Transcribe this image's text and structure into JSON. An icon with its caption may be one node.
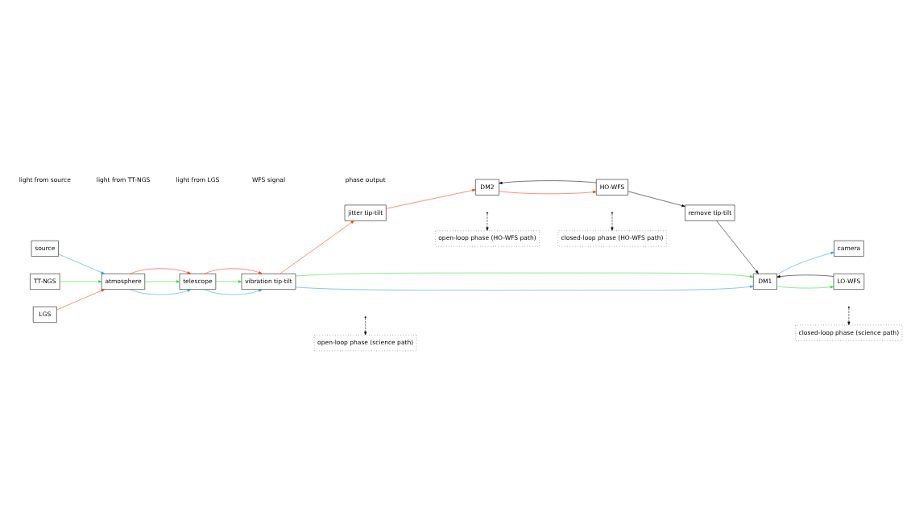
{
  "diagram": {
    "nodes": [
      {
        "text": [
          "source"
        ]
      },
      {
        "text": [
          "TT-NGS"
        ]
      },
      {
        "text": [
          "LGS"
        ]
      },
      {
        "text": [
          "atmosphere"
        ]
      },
      {
        "text": [
          "telescope"
        ]
      },
      {
        "text": [
          "vibration tip-tilt"
        ]
      },
      {
        "text": [
          "jitter tip-tilt"
        ]
      },
      {
        "text": [
          "DM1"
        ]
      },
      {
        "text": [
          "DM2"
        ]
      },
      {
        "text": [
          "camera"
        ]
      },
      {
        "text": [
          "LO-WFS"
        ]
      },
      {
        "text": [
          "HO-WFS"
        ]
      },
      {
        "text": [
          "remove tip-tilt"
        ]
      },
      {
        "text": [
          "open-loop phase (science path)"
        ]
      },
      {
        "text": [
          "closed-loop phase (science path)"
        ]
      },
      {
        "text": [
          "open-loop phase (HO-WFS path)"
        ]
      },
      {
        "text": [
          "closed-loop phase (HO-WFS path)"
        ]
      }
    ],
    "edges": [
      {
        "from": 0,
        "to": 3,
        "arrow": "to",
        "color": "#1e9bf0"
      },
      {
        "from": 1,
        "to": 3,
        "arrow": "to",
        "color": "#22e022"
      },
      {
        "from": 2,
        "to": 3,
        "arrow": "to",
        "color": "#ff3300"
      },
      {
        "from": 3,
        "to": 4,
        "arrow": "to",
        "color": "#1e9bf0"
      },
      {
        "from": 3,
        "to": 4,
        "arrow": "to",
        "color": "#22e022"
      },
      {
        "from": 3,
        "to": 4,
        "arrow": "to",
        "color": "#ff3300"
      },
      {
        "from": 4,
        "to": 5,
        "arrow": "to",
        "color": "#1e9bf0"
      },
      {
        "from": 4,
        "to": 5,
        "arrow": "to",
        "color": "#22e022"
      },
      {
        "from": 4,
        "to": 5,
        "arrow": "to",
        "color": "#ff3300"
      },
      {
        "from": 5,
        "to": 7,
        "arrow": "to",
        "color": "#1e9bf0"
      },
      {
        "from": 5,
        "to": 7,
        "arrow": "to",
        "color": "#22e022"
      },
      {
        "from": 5,
        "to": 6,
        "arrow": "to",
        "color": "#ff3300"
      },
      {
        "from": 6,
        "to": 8,
        "arrow": "to",
        "color": "#ff3300"
      },
      {
        "from": 7,
        "to": 9,
        "arrow": "to",
        "color": "#1e9bf0"
      },
      {
        "from": 7,
        "to": 10,
        "arrow": "to",
        "color": "#22e022"
      },
      {
        "from": 8,
        "to": 11,
        "arrow": "to",
        "color": "#ff3300"
      },
      {
        "from": 10,
        "to": 7,
        "arrow": "to",
        "color": "#000000"
      },
      {
        "from": 11,
        "to": 12,
        "arrow": "to",
        "color": "#000000"
      },
      {
        "from": 12,
        "to": 7,
        "arrow": "to",
        "color": "#000000"
      },
      {
        "from": 11,
        "to": 8,
        "arrow": "to",
        "color": "#000000"
      },
      {
        "from": null,
        "to": 13,
        "arrow": "to",
        "style": "dashed"
      },
      {
        "from": null,
        "to": 14,
        "arrow": "to",
        "style": "dashed"
      },
      {
        "from": null,
        "to": 15,
        "arrow": "to",
        "style": "dashed"
      },
      {
        "from": null,
        "to": 16,
        "arrow": "to",
        "style": "dashed"
      }
    ],
    "legend": [
      {
        "text": "light from source"
      },
      {
        "text": "light from TT-NGS"
      },
      {
        "text": "light from LGS"
      },
      {
        "text": "WFS signal"
      },
      {
        "text": "phase output"
      }
    ]
  }
}
